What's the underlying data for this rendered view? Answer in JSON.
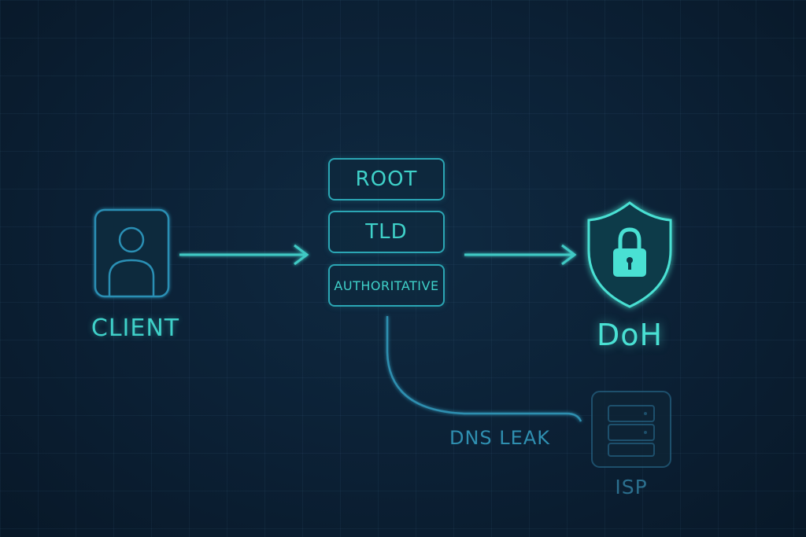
{
  "diagram": {
    "client_label": "CLIENT",
    "resolver_stack": {
      "root": "ROOT",
      "tld": "TLD",
      "authoritative": "AUTHORITATIVE"
    },
    "doh_label": "DoH",
    "leak_label": "DNS LEAK",
    "isp_label": "ISP"
  },
  "colors": {
    "background": "#0b1f33",
    "accent": "#3fd1c9",
    "doh_glow": "#49e0d3",
    "leak": "#2f8fb0",
    "isp": "#2b6f8e"
  },
  "icons": {
    "client": "person-icon",
    "doh": "shield-lock-icon",
    "isp": "server-icon"
  }
}
